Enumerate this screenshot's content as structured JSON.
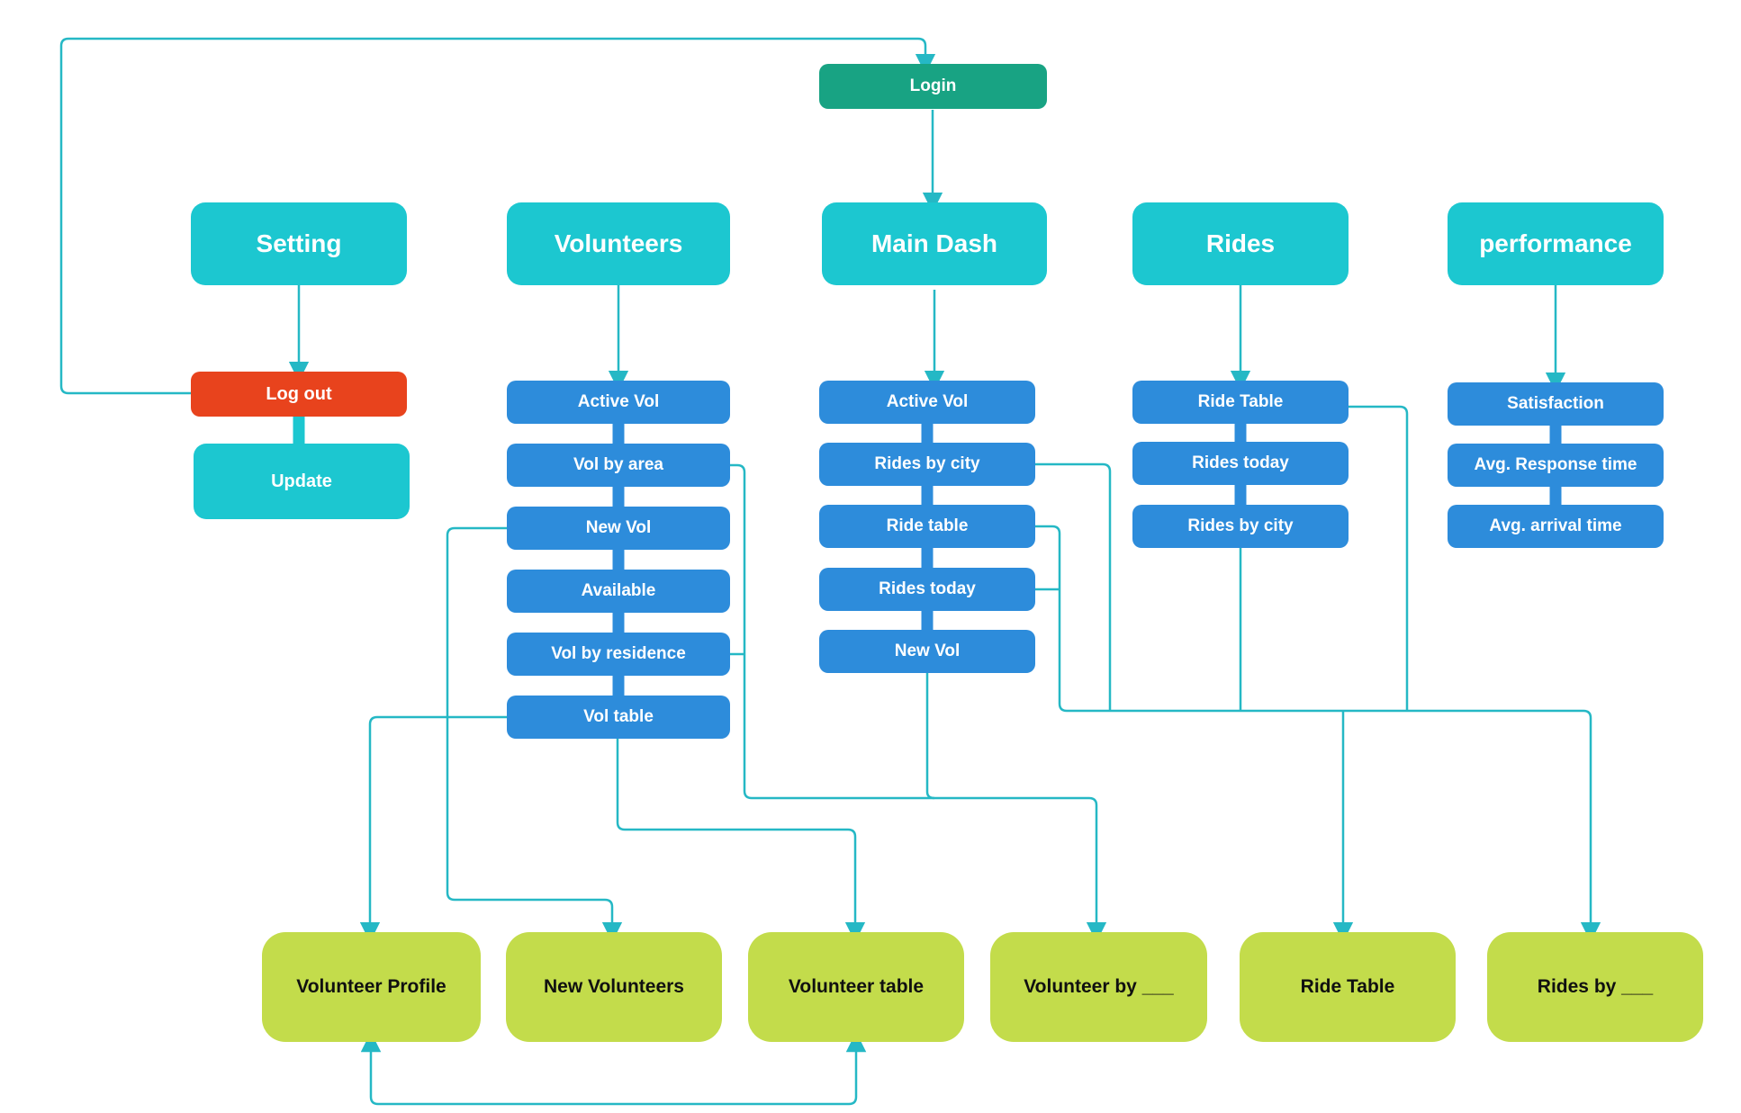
{
  "login": {
    "label": "Login"
  },
  "columns": [
    {
      "header": "Setting",
      "children": [
        "Log out",
        "Update"
      ]
    },
    {
      "header": "Volunteers",
      "children": [
        "Active Vol",
        "Vol by area",
        "New Vol",
        "Available",
        "Vol by residence",
        "Vol table"
      ]
    },
    {
      "header": "Main Dash",
      "children": [
        "Active Vol",
        "Rides by city",
        "Ride table",
        "Rides today",
        "New Vol"
      ]
    },
    {
      "header": "Rides",
      "children": [
        "Ride Table",
        "Rides today",
        "Rides by city"
      ]
    },
    {
      "header": "performance",
      "children": [
        "Satisfaction",
        "Avg. Response time",
        "Avg. arrival time"
      ]
    }
  ],
  "bottom_row": [
    "Volunteer Profile",
    "New Volunteers",
    "Volunteer table",
    "Volunteer by ___",
    "Ride Table",
    "Rides by ___"
  ],
  "colors": {
    "login_green": "#18A383",
    "section_cyan": "#1CC7D0",
    "item_blue": "#2D8CDB",
    "logout_red": "#E8431D",
    "bottom_green": "#C3DC4B",
    "connector_teal": "#25B8C5"
  }
}
